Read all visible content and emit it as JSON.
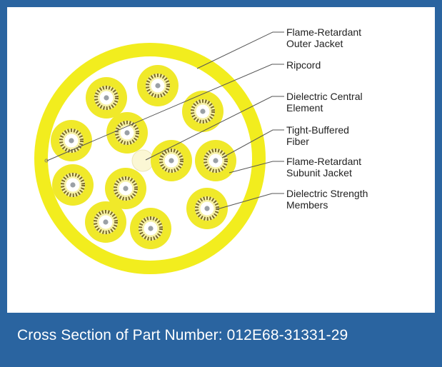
{
  "labels": [
    {
      "line1": "Flame-Retardant",
      "line2": "Outer Jacket"
    },
    {
      "line1": "Ripcord",
      "line2": ""
    },
    {
      "line1": "Dielectric Central",
      "line2": "Element"
    },
    {
      "line1": "Tight-Buffered",
      "line2": "Fiber"
    },
    {
      "line1": "Flame-Retardant",
      "line2": "Subunit Jacket"
    },
    {
      "line1": "Dielectric Strength",
      "line2": "Members"
    }
  ],
  "caption": "Cross Section of Part Number: 012E68-31331-29",
  "colors": {
    "background": "#2a64a0",
    "outer_jacket": "#f2ed1e",
    "subunit_jacket": "#f0e92a",
    "strength_member_stripe": "#7a6a2a",
    "central_element": "#fbf7d4",
    "leader_line": "#555555"
  }
}
